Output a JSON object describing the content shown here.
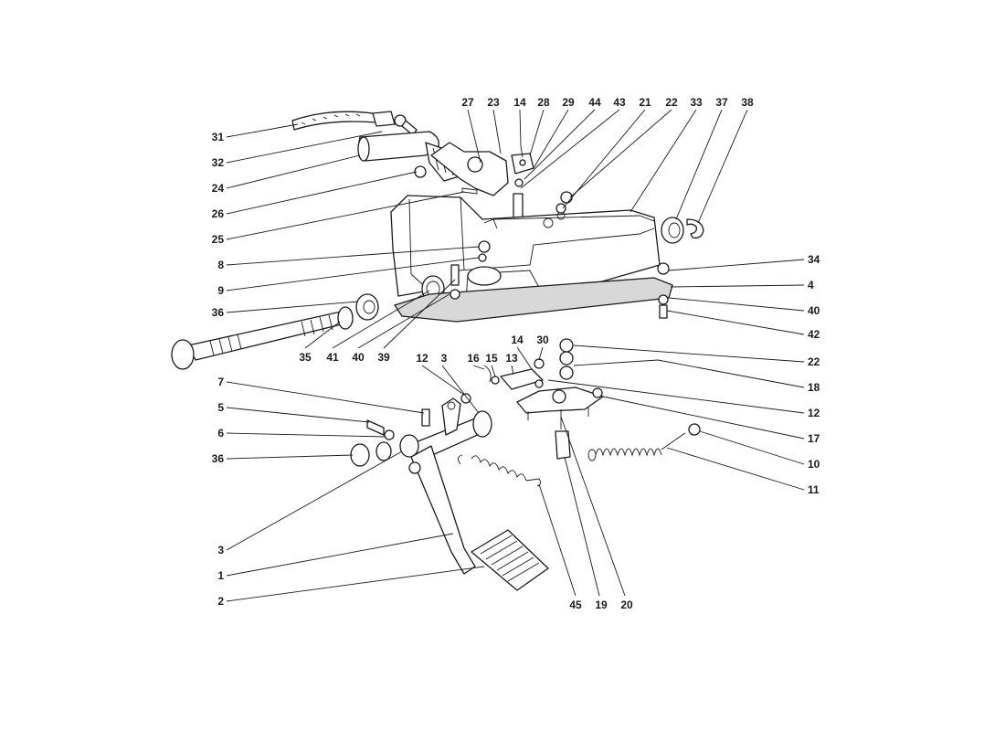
{
  "labels": {
    "l27": "27",
    "l23": "23",
    "l14a": "14",
    "l28": "28",
    "l29": "29",
    "l44": "44",
    "l43": "43",
    "l21": "21",
    "l22a": "22",
    "l33": "33",
    "l37": "37",
    "l38": "38",
    "l31": "31",
    "l32": "32",
    "l24": "24",
    "l26": "26",
    "l25": "25",
    "l8": "8",
    "l9": "9",
    "l36a": "36",
    "l35": "35",
    "l41": "41",
    "l40a": "40",
    "l39": "39",
    "l34": "34",
    "l4": "4",
    "l40b": "40",
    "l42": "42",
    "l22b": "22",
    "l18": "18",
    "l12b": "12",
    "l17": "17",
    "l10": "10",
    "l11": "11",
    "l14b": "14",
    "l30": "30",
    "l16": "16",
    "l15": "15",
    "l13": "13",
    "l12a": "12",
    "l3a": "3",
    "l7": "7",
    "l5": "5",
    "l6": "6",
    "l36b": "36",
    "l3b": "3",
    "l1": "1",
    "l2": "2",
    "l45": "45",
    "l19": "19",
    "l20": "20"
  }
}
